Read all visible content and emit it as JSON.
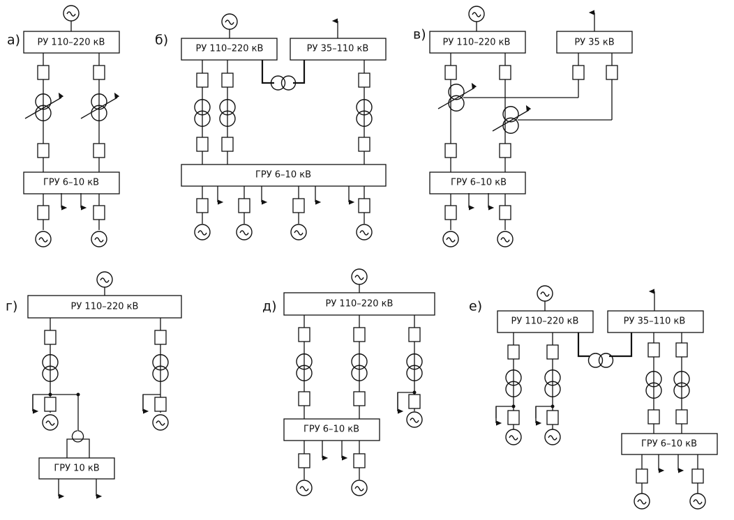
{
  "schemes": {
    "a": {
      "letter": "а)",
      "ru": "РУ 110–220 кВ",
      "gru": "ГРУ 6–10 кВ"
    },
    "b": {
      "letter": "б)",
      "ru": "РУ 110–220 кВ",
      "ru2": "РУ 35–110 кВ",
      "gru": "ГРУ 6–10 кВ"
    },
    "v": {
      "letter": "в)",
      "ru": "РУ 110–220 кВ",
      "ru2": "РУ 35 кВ",
      "gru": "ГРУ 6–10 кВ"
    },
    "g": {
      "letter": "г)",
      "ru": "РУ 110–220 кВ",
      "gru": "ГРУ 10 кВ"
    },
    "d": {
      "letter": "д)",
      "ru": "РУ 110–220 кВ",
      "gru": "ГРУ 6–10 кВ"
    },
    "e": {
      "letter": "е)",
      "ru": "РУ 110–220 кВ",
      "ru2": "РУ 35–110 кВ",
      "gru": "ГРУ 6–10 кВ"
    }
  },
  "symbols": {
    "generator": "~"
  },
  "colors": {
    "line": "#111111",
    "background": "#ffffff"
  }
}
